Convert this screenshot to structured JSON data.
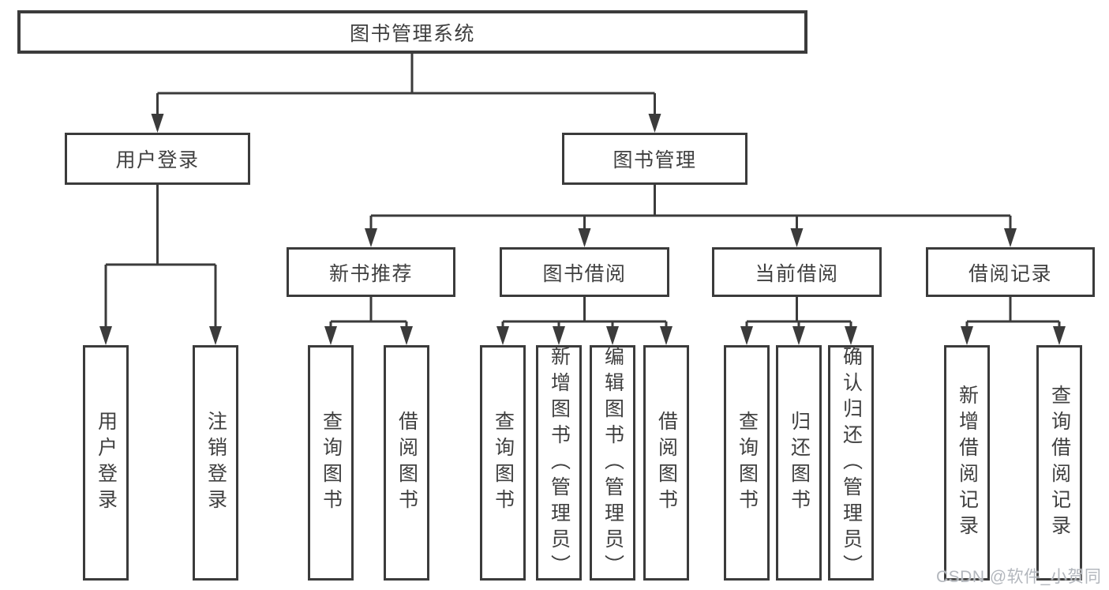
{
  "diagram_title": "图书管理系统",
  "tree": {
    "root": "图书管理系统",
    "level2": [
      "用户登录",
      "图书管理"
    ],
    "level3": [
      "新书推荐",
      "图书借阅",
      "当前借阅",
      "借阅记录"
    ],
    "leaves": {
      "user_login": [
        "用户登录",
        "注销登录"
      ],
      "new_book_recommend": [
        "查询图书",
        "借阅图书"
      ],
      "book_borrow": [
        "查询图书",
        "新增图书（管理员）",
        "编辑图书（管理员）",
        "借阅图书"
      ],
      "current_borrow": [
        "查询图书",
        "归还图书",
        "确认归还（管理员）"
      ],
      "borrow_records": [
        "新增借阅记录",
        "查询借阅记录"
      ]
    }
  },
  "watermark": {
    "text": "CSDN @软件_小贺同学"
  },
  "colors": {
    "line": "#3b3b3b",
    "text": "#404040",
    "watermark": "#b3b7bd",
    "background": "#ffffff"
  }
}
